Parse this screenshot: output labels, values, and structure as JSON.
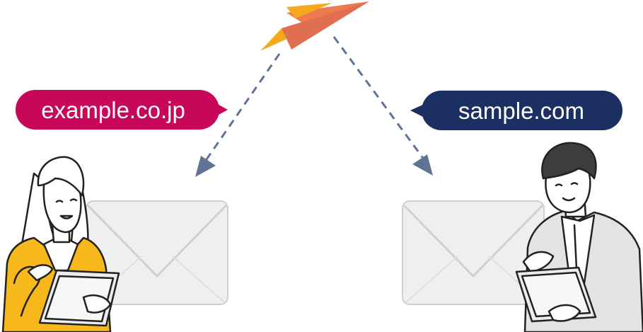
{
  "labels": {
    "left_domain": "example.co.jp",
    "right_domain": "sample.com"
  },
  "colors": {
    "left_bubble": "#c8065a",
    "right_bubble": "#1b2f63",
    "arrow": "#5f7397",
    "envelope_fill": "#efefef",
    "envelope_stroke": "#cfcfcf",
    "plane_light": "#f6a91d",
    "plane_dark": "#e07752",
    "woman_jacket": "#f7b81c",
    "man_jacket": "#e3e3e3",
    "man_hair": "#3d3d3d"
  },
  "icons": {
    "plane": "paper-plane-icon",
    "left_envelope": "envelope-icon",
    "right_envelope": "envelope-icon",
    "left_person": "woman-with-tablet-illustration",
    "right_person": "man-with-tablet-illustration"
  }
}
